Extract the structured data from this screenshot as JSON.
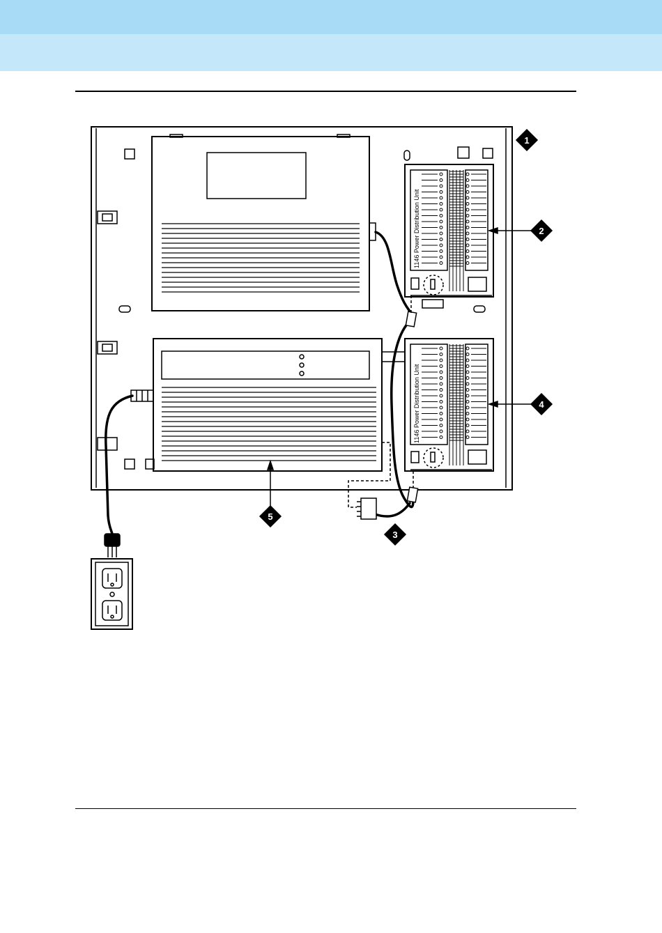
{
  "header": {
    "band_top_color": "#a8dcf6",
    "band_mid_color": "#c4e8fa"
  },
  "figure": {
    "pdu_upper_label": "1146 Power Distribution Unit",
    "pdu_lower_label": "1146 Power Distribution Unit",
    "callouts": [
      "1",
      "2",
      "3",
      "4",
      "5"
    ]
  }
}
